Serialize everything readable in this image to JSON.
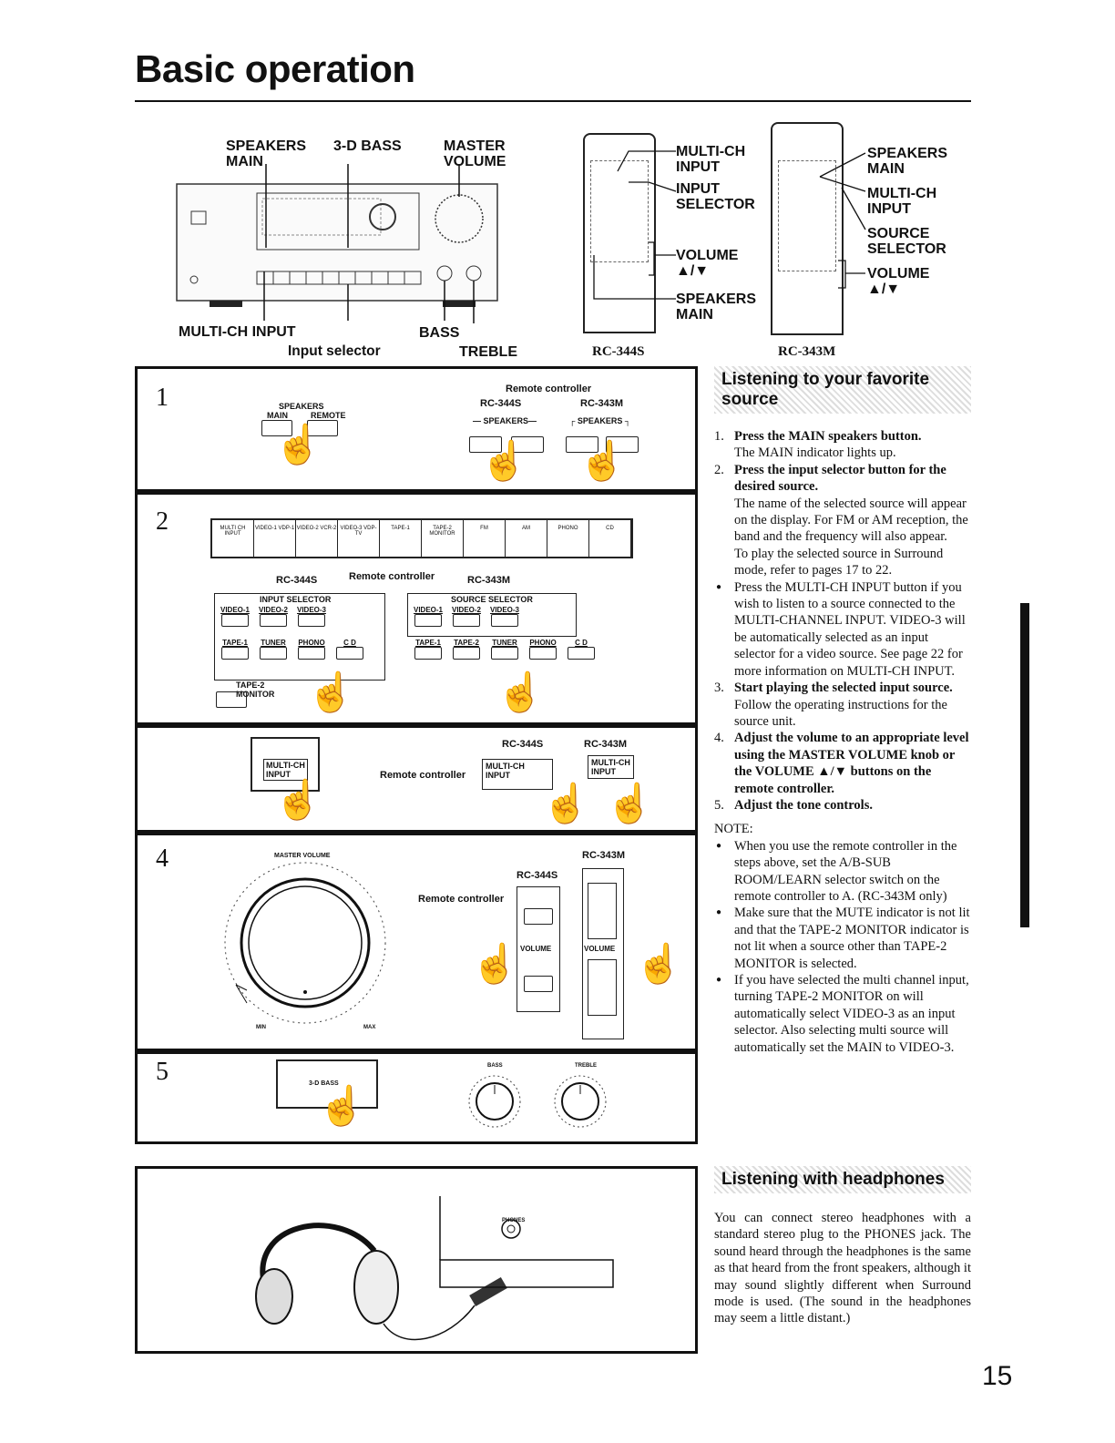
{
  "page": {
    "title": "Basic operation",
    "page_number": "15"
  },
  "receiver_diagram": {
    "speakers_main": "SPEAKERS\nMAIN",
    "three_d_bass": "3-D BASS",
    "master_volume": "MASTER\nVOLUME",
    "multi_ch_input": "MULTI-CH INPUT",
    "input_selector": "Input selector",
    "bass": "BASS",
    "treble": "TREBLE"
  },
  "rc344s_diagram": {
    "multi_ch_input": "MULTI-CH\nINPUT",
    "input_selector": "INPUT\nSELECTOR",
    "volume": "VOLUME\n▲/▼",
    "speakers_main": "SPEAKERS\nMAIN",
    "caption": "RC-344S"
  },
  "rc343m_diagram": {
    "speakers_main": "SPEAKERS\nMAIN",
    "multi_ch_input": "MULTI-CH\nINPUT",
    "source_selector": "SOURCE\nSELECTOR",
    "volume": "VOLUME\n▲/▼",
    "caption": "RC-343M"
  },
  "steps_figure": {
    "step1": {
      "num": "1",
      "speakers": "SPEAKERS",
      "main": "MAIN",
      "remote_lbl": "REMOTE",
      "remote_controller": "Remote controller",
      "rc344s": "RC-344S",
      "rc343m": "RC-343M",
      "speakers_bracket_a": "— SPEAKERS—",
      "speakers_bracket_b": "┌ SPEAKERS ┐"
    },
    "step2": {
      "num": "2",
      "front_buttons": [
        "MULTI CH INPUT",
        "VIDEO-1 VDP-1",
        "VIDEO-2 VCR-2",
        "VIDEO-3 VDP-TV",
        "TAPE-1",
        "TAPE-2 MONITOR",
        "FM",
        "AM",
        "PHONO",
        "CD"
      ],
      "rc344s": "RC-344S",
      "remote_controller": "Remote controller",
      "rc343m": "RC-343M",
      "input_selector": "INPUT SELECTOR",
      "source_selector": "SOURCE SELECTOR",
      "row1": [
        "VIDEO-1",
        "VIDEO-2",
        "VIDEO-3"
      ],
      "row2_left": [
        "TAPE-1",
        "TUNER",
        "PHONO",
        "C D"
      ],
      "row2_right": [
        "TAPE-1",
        "TAPE-2",
        "TUNER",
        "PHONO",
        "C D"
      ],
      "tape2_monitor": "TAPE-2\nMONITOR"
    },
    "step3": {
      "multi_ch_input": "MULTI-CH\nINPUT",
      "remote_controller": "Remote controller",
      "rc344s": "RC-344S",
      "rc343m": "RC-343M",
      "multi_ch_input_b": "MULTI-CH\nINPUT",
      "multi_ch_input_c": "MULTI-CH\nINPUT"
    },
    "step4": {
      "num": "4",
      "master_volume": "MASTER VOLUME",
      "min": "MIN",
      "max": "MAX",
      "remote_controller": "Remote controller",
      "rc344s": "RC-344S",
      "rc343m": "RC-343M",
      "volume_a": "VOLUME",
      "volume_b": "VOLUME"
    },
    "step5": {
      "num": "5",
      "three_d_bass": "3-D BASS",
      "bass": "BASS",
      "treble": "TREBLE"
    },
    "headphones": {
      "phones": "PHONES"
    }
  },
  "section1": {
    "heading": "Listening to your favorite source",
    "steps": [
      {
        "n": "1.",
        "bold": "Press the MAIN speakers button.",
        "text": "The MAIN indicator lights up."
      },
      {
        "n": "2.",
        "bold": "Press the input selector button for the desired source.",
        "text": "The name of the selected source will appear on the display. For FM or AM reception, the band and the frequency will also appear.",
        "text2": "To play the selected source in Surround mode, refer to pages 17 to 22.",
        "bullet": "Press the MULTI-CH INPUT button if you wish to listen to a source connected to the MULTI-CHANNEL INPUT. VIDEO-3 will be automatically selected as an input selector for a video source. See page 22 for more information on MULTI-CH INPUT."
      },
      {
        "n": "3.",
        "bold": "Start playing the selected input source.",
        "text": "Follow the operating instructions for the source unit."
      },
      {
        "n": "4.",
        "bold": "Adjust the volume to an appropriate level using the MASTER VOLUME knob or the VOLUME ▲/▼ buttons on the remote controller.",
        "text": ""
      },
      {
        "n": "5.",
        "bold": "Adjust the tone controls.",
        "text": ""
      }
    ],
    "note_label": "NOTE:",
    "notes": [
      "When you use the remote controller in the steps above, set the A/B-SUB ROOM/LEARN selector switch on the remote controller to A. (RC-343M only)",
      "Make sure that the MUTE indicator is not lit and that the TAPE-2 MONITOR indicator is not lit when a source other than TAPE-2 MONITOR is selected.",
      "If you have selected the multi channel input, turning TAPE-2 MONITOR on will automatically select VIDEO-3 as an input selector. Also selecting multi source will automatically set the MAIN to VIDEO-3."
    ]
  },
  "section2": {
    "heading": "Listening with headphones",
    "text": "You can connect stereo headphones with a standard stereo plug to the PHONES jack. The sound heard through the headphones is the same as that heard from the front speakers, although it may sound slightly different when Surround mode is used. (The sound in the headphones may seem a little distant.)"
  }
}
